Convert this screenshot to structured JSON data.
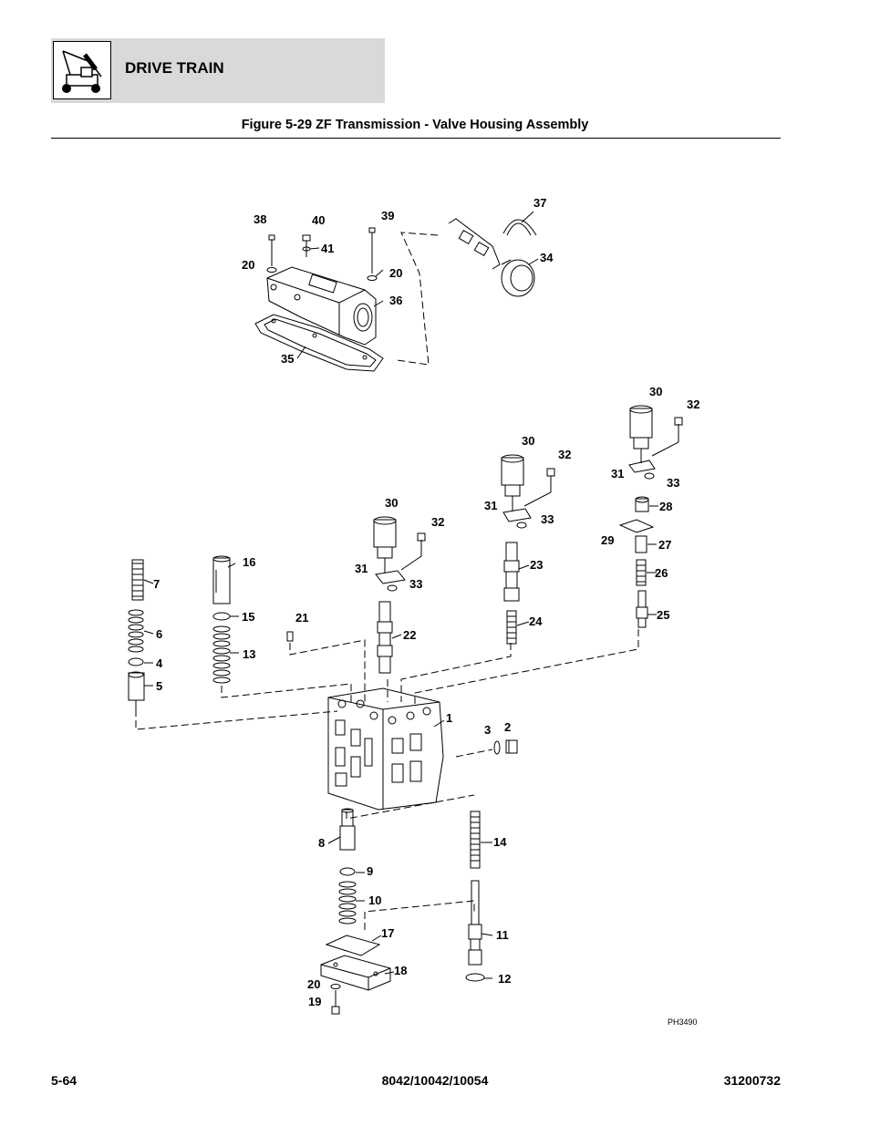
{
  "header": {
    "section": "DRIVE TRAIN",
    "icon": "drive-train-icon"
  },
  "figure": {
    "title": "Figure 5-29 ZF Transmission - Valve Housing Assembly",
    "ref_code": "PH3490"
  },
  "callouts": {
    "c1": "1",
    "c2": "2",
    "c3": "3",
    "c4": "4",
    "c5": "5",
    "c6": "6",
    "c7": "7",
    "c8": "8",
    "c9": "9",
    "c10": "10",
    "c11": "11",
    "c12": "12",
    "c13": "13",
    "c14": "14",
    "c15": "15",
    "c16": "16",
    "c17": "17",
    "c18": "18",
    "c19": "19",
    "c20": "20",
    "c21": "21",
    "c22": "22",
    "c23": "23",
    "c24": "24",
    "c25": "25",
    "c26": "26",
    "c27": "27",
    "c28": "28",
    "c29": "29",
    "c30": "30",
    "c31": "31",
    "c32": "32",
    "c33": "33",
    "c34": "34",
    "c35": "35",
    "c36": "36",
    "c37": "37",
    "c38": "38",
    "c39": "39",
    "c40": "40",
    "c41": "41"
  },
  "footer": {
    "page": "5-64",
    "models": "8042/10042/10054",
    "doc_number": "31200732"
  }
}
